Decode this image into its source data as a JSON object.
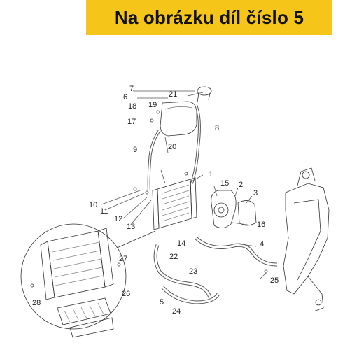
{
  "header": {
    "title": "Na obrázku díl číslo 5",
    "bg_color": "#f6c519"
  },
  "callouts": [
    {
      "id": "7",
      "text": "7"
    },
    {
      "id": "6",
      "text": "6"
    },
    {
      "id": "21",
      "text": "21"
    },
    {
      "id": "18",
      "text": "18"
    },
    {
      "id": "19",
      "text": "19"
    },
    {
      "id": "17",
      "text": "17"
    },
    {
      "id": "8",
      "text": "8"
    },
    {
      "id": "9",
      "text": "9"
    },
    {
      "id": "20",
      "text": "20"
    },
    {
      "id": "1",
      "text": "1"
    },
    {
      "id": "15",
      "text": "15"
    },
    {
      "id": "2",
      "text": "2"
    },
    {
      "id": "3",
      "text": "3"
    },
    {
      "id": "10",
      "text": "10"
    },
    {
      "id": "11",
      "text": "11"
    },
    {
      "id": "12",
      "text": "12"
    },
    {
      "id": "13",
      "text": "13"
    },
    {
      "id": "16",
      "text": "16"
    },
    {
      "id": "14",
      "text": "14"
    },
    {
      "id": "4",
      "text": "4"
    },
    {
      "id": "27",
      "text": "27"
    },
    {
      "id": "22",
      "text": "22"
    },
    {
      "id": "23",
      "text": "23"
    },
    {
      "id": "25",
      "text": "25"
    },
    {
      "id": "28",
      "text": "28"
    },
    {
      "id": "26",
      "text": "26"
    },
    {
      "id": "5",
      "text": "5"
    },
    {
      "id": "24",
      "text": "24"
    }
  ]
}
